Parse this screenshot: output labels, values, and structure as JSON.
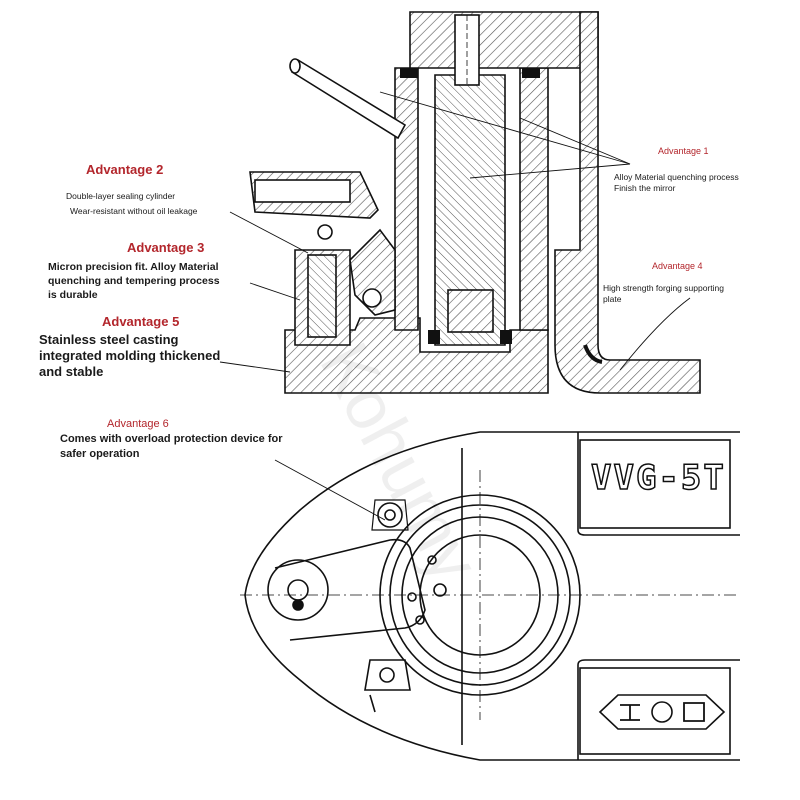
{
  "labels": {
    "advantage1": {
      "title": "Advantage 1",
      "lines": [
        "Alloy Material quenching process",
        "Finish the mirror"
      ]
    },
    "advantage2": {
      "title": "Advantage 2",
      "lines": [
        "Double-layer sealing cylinder",
        "Wear-resistant without oil leakage"
      ]
    },
    "advantage3": {
      "title": "Advantage 3",
      "lines": [
        "Micron precision fit. Alloy Material",
        "quenching and tempering process",
        "is durable"
      ]
    },
    "advantage4": {
      "title": "Advantage 4",
      "lines": [
        "High strength forging supporting",
        "plate"
      ]
    },
    "advantage5": {
      "title": "Advantage 5",
      "lines": [
        "Stainless steel casting",
        "integrated molding thickened",
        "and stable"
      ]
    },
    "advantage6": {
      "title": "Advantage 6",
      "lines": [
        "Comes with overload protection device for",
        "safer operation"
      ]
    }
  },
  "model_plate": "VVG-5T",
  "watermark": "Kohumy",
  "colors": {
    "accent": "#b3262c",
    "line": "#111111",
    "hatch": "#555555"
  }
}
